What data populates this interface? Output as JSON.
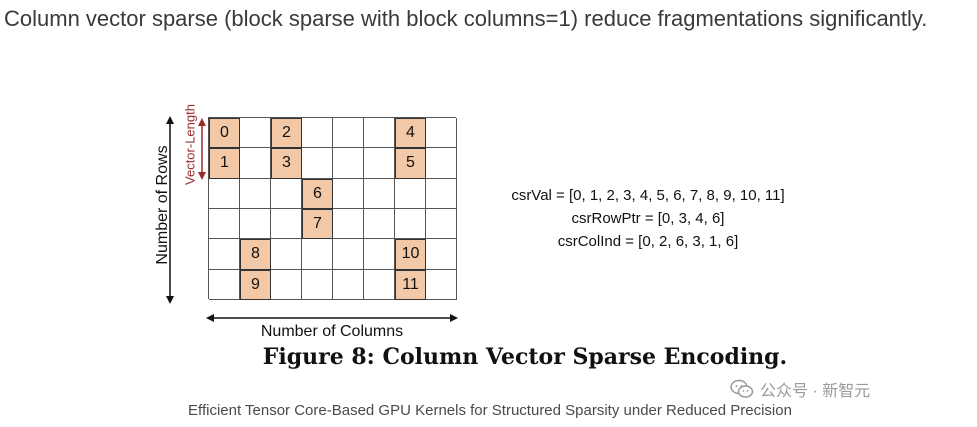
{
  "intro_text": "Column vector sparse (block sparse with block columns=1) reduce fragmentations significantly.",
  "diagram": {
    "y_axis_label": "Number of Rows",
    "x_axis_label": "Number of Columns",
    "vector_length_label": "Vector-Length",
    "rows": 6,
    "cols": 8,
    "filled_color": "#f2c8a6",
    "vector_length_color": "#9b2b2b",
    "cells": [
      {
        "row": 0,
        "col": 0,
        "value": "0"
      },
      {
        "row": 0,
        "col": 2,
        "value": "2"
      },
      {
        "row": 0,
        "col": 6,
        "value": "4"
      },
      {
        "row": 1,
        "col": 0,
        "value": "1"
      },
      {
        "row": 1,
        "col": 2,
        "value": "3"
      },
      {
        "row": 1,
        "col": 6,
        "value": "5"
      },
      {
        "row": 2,
        "col": 3,
        "value": "6"
      },
      {
        "row": 3,
        "col": 3,
        "value": "7"
      },
      {
        "row": 4,
        "col": 1,
        "value": "8"
      },
      {
        "row": 4,
        "col": 6,
        "value": "10"
      },
      {
        "row": 5,
        "col": 1,
        "value": "9"
      },
      {
        "row": 5,
        "col": 6,
        "value": "11"
      }
    ],
    "csr": {
      "val": "csrVal = [0, 1, 2, 3, 4, 5, 6, 7, 8, 9, 10, 11]",
      "row_ptr": "csrRowPtr = [0, 3, 4, 6]",
      "col_ind": "csrColInd = [0, 2, 6, 3, 1, 6]"
    }
  },
  "caption": "Figure 8: Column Vector Sparse Encoding.",
  "watermark": "公众号 · 新智元",
  "subtitle": "Efficient Tensor Core-Based GPU Kernels for Structured Sparsity under Reduced Precision"
}
